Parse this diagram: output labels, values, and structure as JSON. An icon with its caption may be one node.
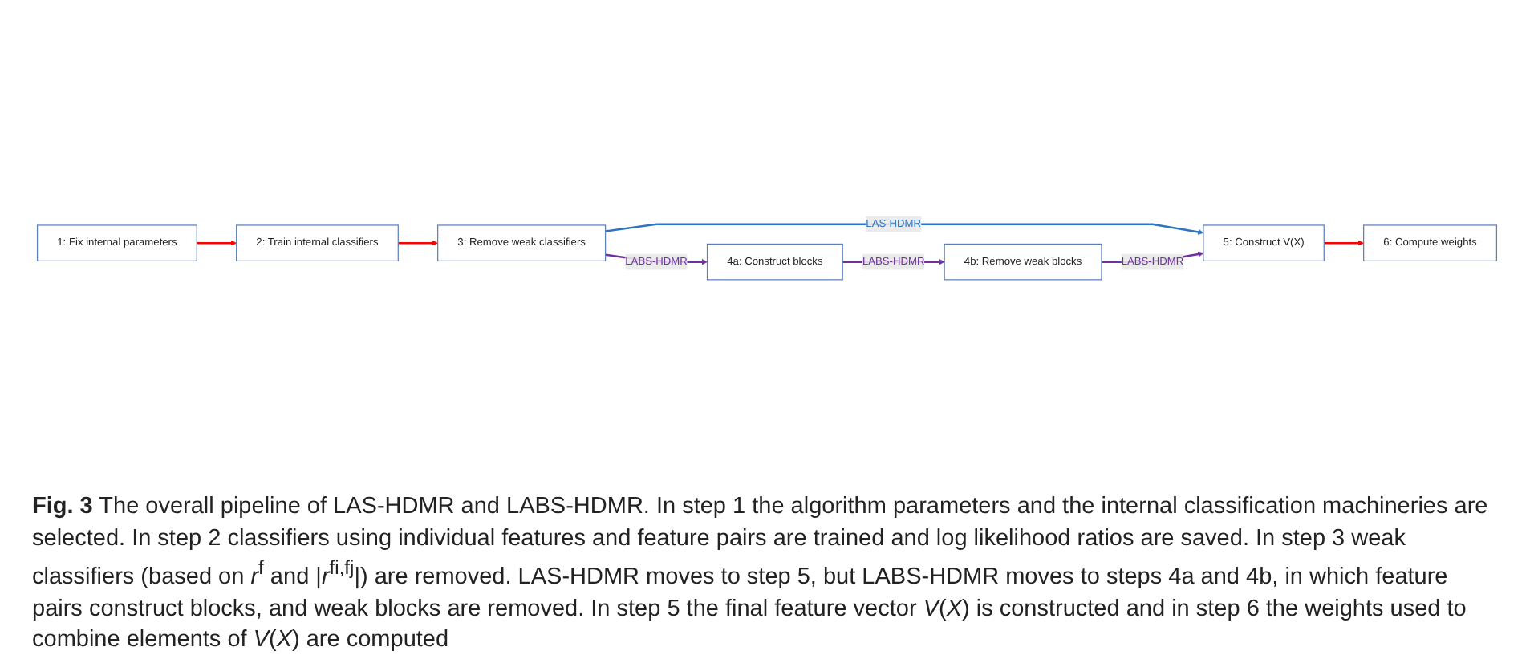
{
  "diagram": {
    "caption": "**Fig. 3** The overall pipeline of LAS-HDMR and LABS-HDMR. In step 1 the algorithm parameters and the internal classification machineries are selected. In step 2 classifiers using individual features and feature pairs are trained and log likelihood ratios are saved. In step 3 weak classifiers (based on *r*$^{f}$ and |*r*$^{fi,fj}$|) are removed. LAS-HDMR moves to step 5, but LABS-HDMR moves to steps 4a and 4b, in which feature pairs construct blocks, and weak blocks are removed. In step 5 the final feature vector *V*(*X*) is constructed and in step 6 the weights used to combine elements of *V*(*X*) are computed",
    "nodes": [
      {
        "text": [
          "1: Fix internal parameters"
        ]
      },
      {
        "text": [
          "2: Train internal classifiers"
        ]
      },
      {
        "text": [
          "3: Remove weak classifiers"
        ]
      },
      {
        "text": [
          "5: Construct V(X)"
        ]
      },
      {
        "text": [
          "6: Compute weights"
        ]
      },
      {
        "text": [
          "4a: Construct blocks"
        ]
      },
      {
        "text": [
          "4b: Remove weak blocks"
        ]
      }
    ],
    "edges": [
      {
        "from": 0,
        "to": 1,
        "arrow": "to"
      },
      {
        "from": 1,
        "to": 2,
        "arrow": "to"
      },
      {
        "from": 2,
        "to": 3,
        "arrow": "to",
        "label": "LAS-HDMR",
        "color": "#2e75c0"
      },
      {
        "from": 3,
        "to": 4,
        "arrow": "to"
      },
      {
        "from": 2,
        "to": 5,
        "arrow": "to",
        "label": "LABS-HDMR",
        "color": "#7030a0"
      },
      {
        "from": 5,
        "to": 6,
        "arrow": "to",
        "label": "LABS-HDMR",
        "color": "#7030a0"
      },
      {
        "from": 6,
        "to": 3,
        "arrow": "to",
        "label": "LABS-HDMR",
        "color": "#7030a0"
      }
    ]
  }
}
